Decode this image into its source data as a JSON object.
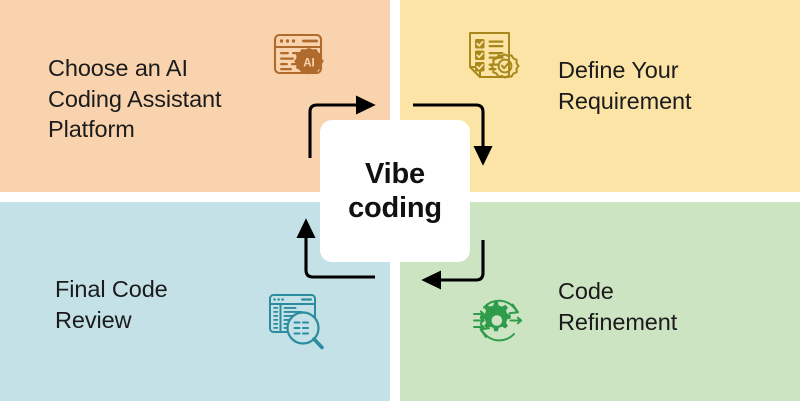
{
  "diagram": {
    "title": "Vibe coding process cycle",
    "center": {
      "label": "Vibe\ncoding",
      "background": "#FFFFFF",
      "text_color": "#111111"
    },
    "flow_direction": "clockwise",
    "arrow_color": "#000000",
    "quadrants": [
      {
        "id": "choose-platform",
        "position": "top-left",
        "label": "Choose an AI\nCoding Assistant\nPlatform",
        "background": "#F9D3AE",
        "icon": "ai-browser-gear-icon",
        "icon_color": "#B06A2C",
        "order": 1
      },
      {
        "id": "define-requirement",
        "position": "top-right",
        "label": "Define Your\nRequirement",
        "background": "#FBE4A6",
        "icon": "checklist-gear-icon",
        "icon_color": "#A8881B",
        "order": 2
      },
      {
        "id": "code-refinement",
        "position": "bottom-right",
        "label": "Code\nRefinement",
        "background": "#CDE4C3",
        "icon": "gear-refresh-arrows-icon",
        "icon_color": "#2E9C4A",
        "order": 3
      },
      {
        "id": "final-code-review",
        "position": "bottom-left",
        "label": "Final Code\nReview",
        "background": "#C3E1E6",
        "icon": "code-magnifier-icon",
        "icon_color": "#2A8C9E",
        "order": 4
      }
    ],
    "arrows": [
      {
        "id": "arrow-tl-to-center",
        "from": "choose-platform",
        "to": "define-requirement",
        "direction": "up-then-right"
      },
      {
        "id": "arrow-tr-down",
        "from": "define-requirement",
        "to": "code-refinement",
        "direction": "right-then-down"
      },
      {
        "id": "arrow-br-left",
        "from": "code-refinement",
        "to": "final-code-review",
        "direction": "down-then-left"
      },
      {
        "id": "arrow-bl-up",
        "from": "final-code-review",
        "to": "choose-platform",
        "direction": "left-then-up"
      }
    ]
  }
}
